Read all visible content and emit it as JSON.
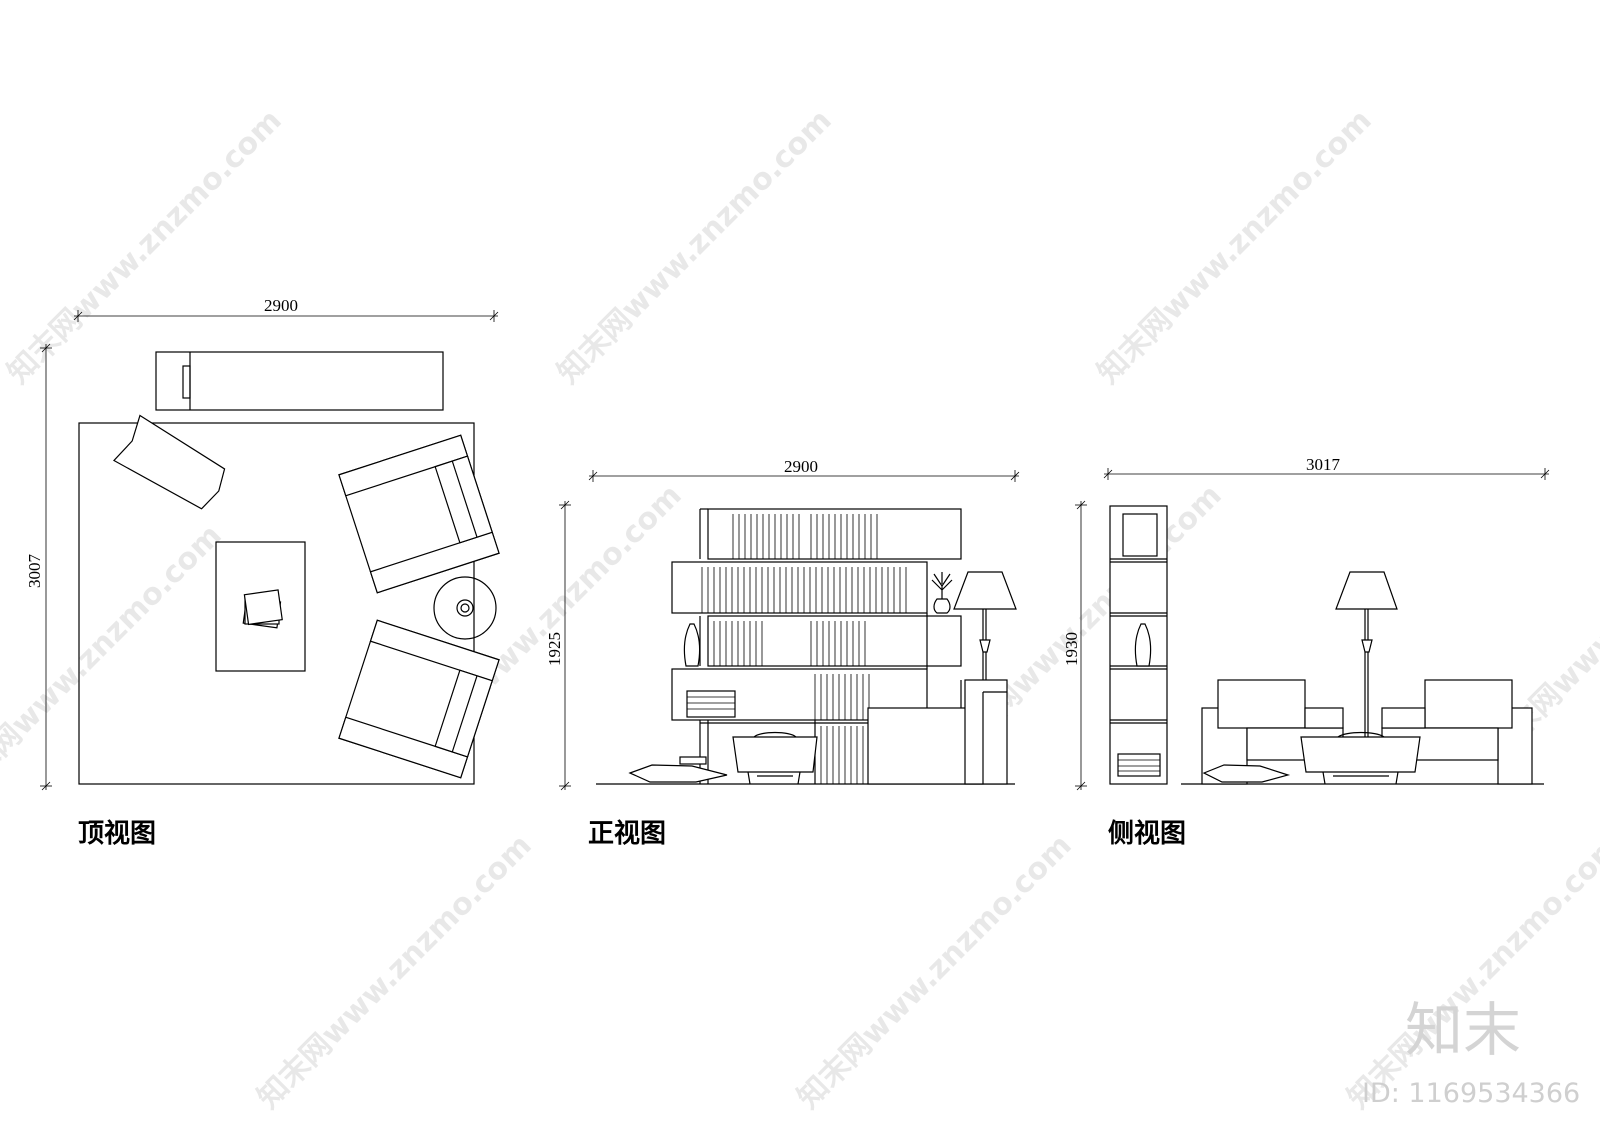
{
  "watermark": {
    "text": "知末网www.znzmo.com",
    "logo_text": "知末",
    "id_text": "ID: 1169534366"
  },
  "views": {
    "top": {
      "caption": "顶视图",
      "width_dim": "2900",
      "height_dim": "3007"
    },
    "front": {
      "caption": "正视图",
      "width_dim": "2900",
      "height_dim": "1925"
    },
    "side": {
      "caption": "侧视图",
      "width_dim": "3017",
      "height_dim": "1930"
    }
  },
  "colors": {
    "line": "#000000",
    "background": "#ffffff",
    "watermark": "#e8e8e8"
  }
}
